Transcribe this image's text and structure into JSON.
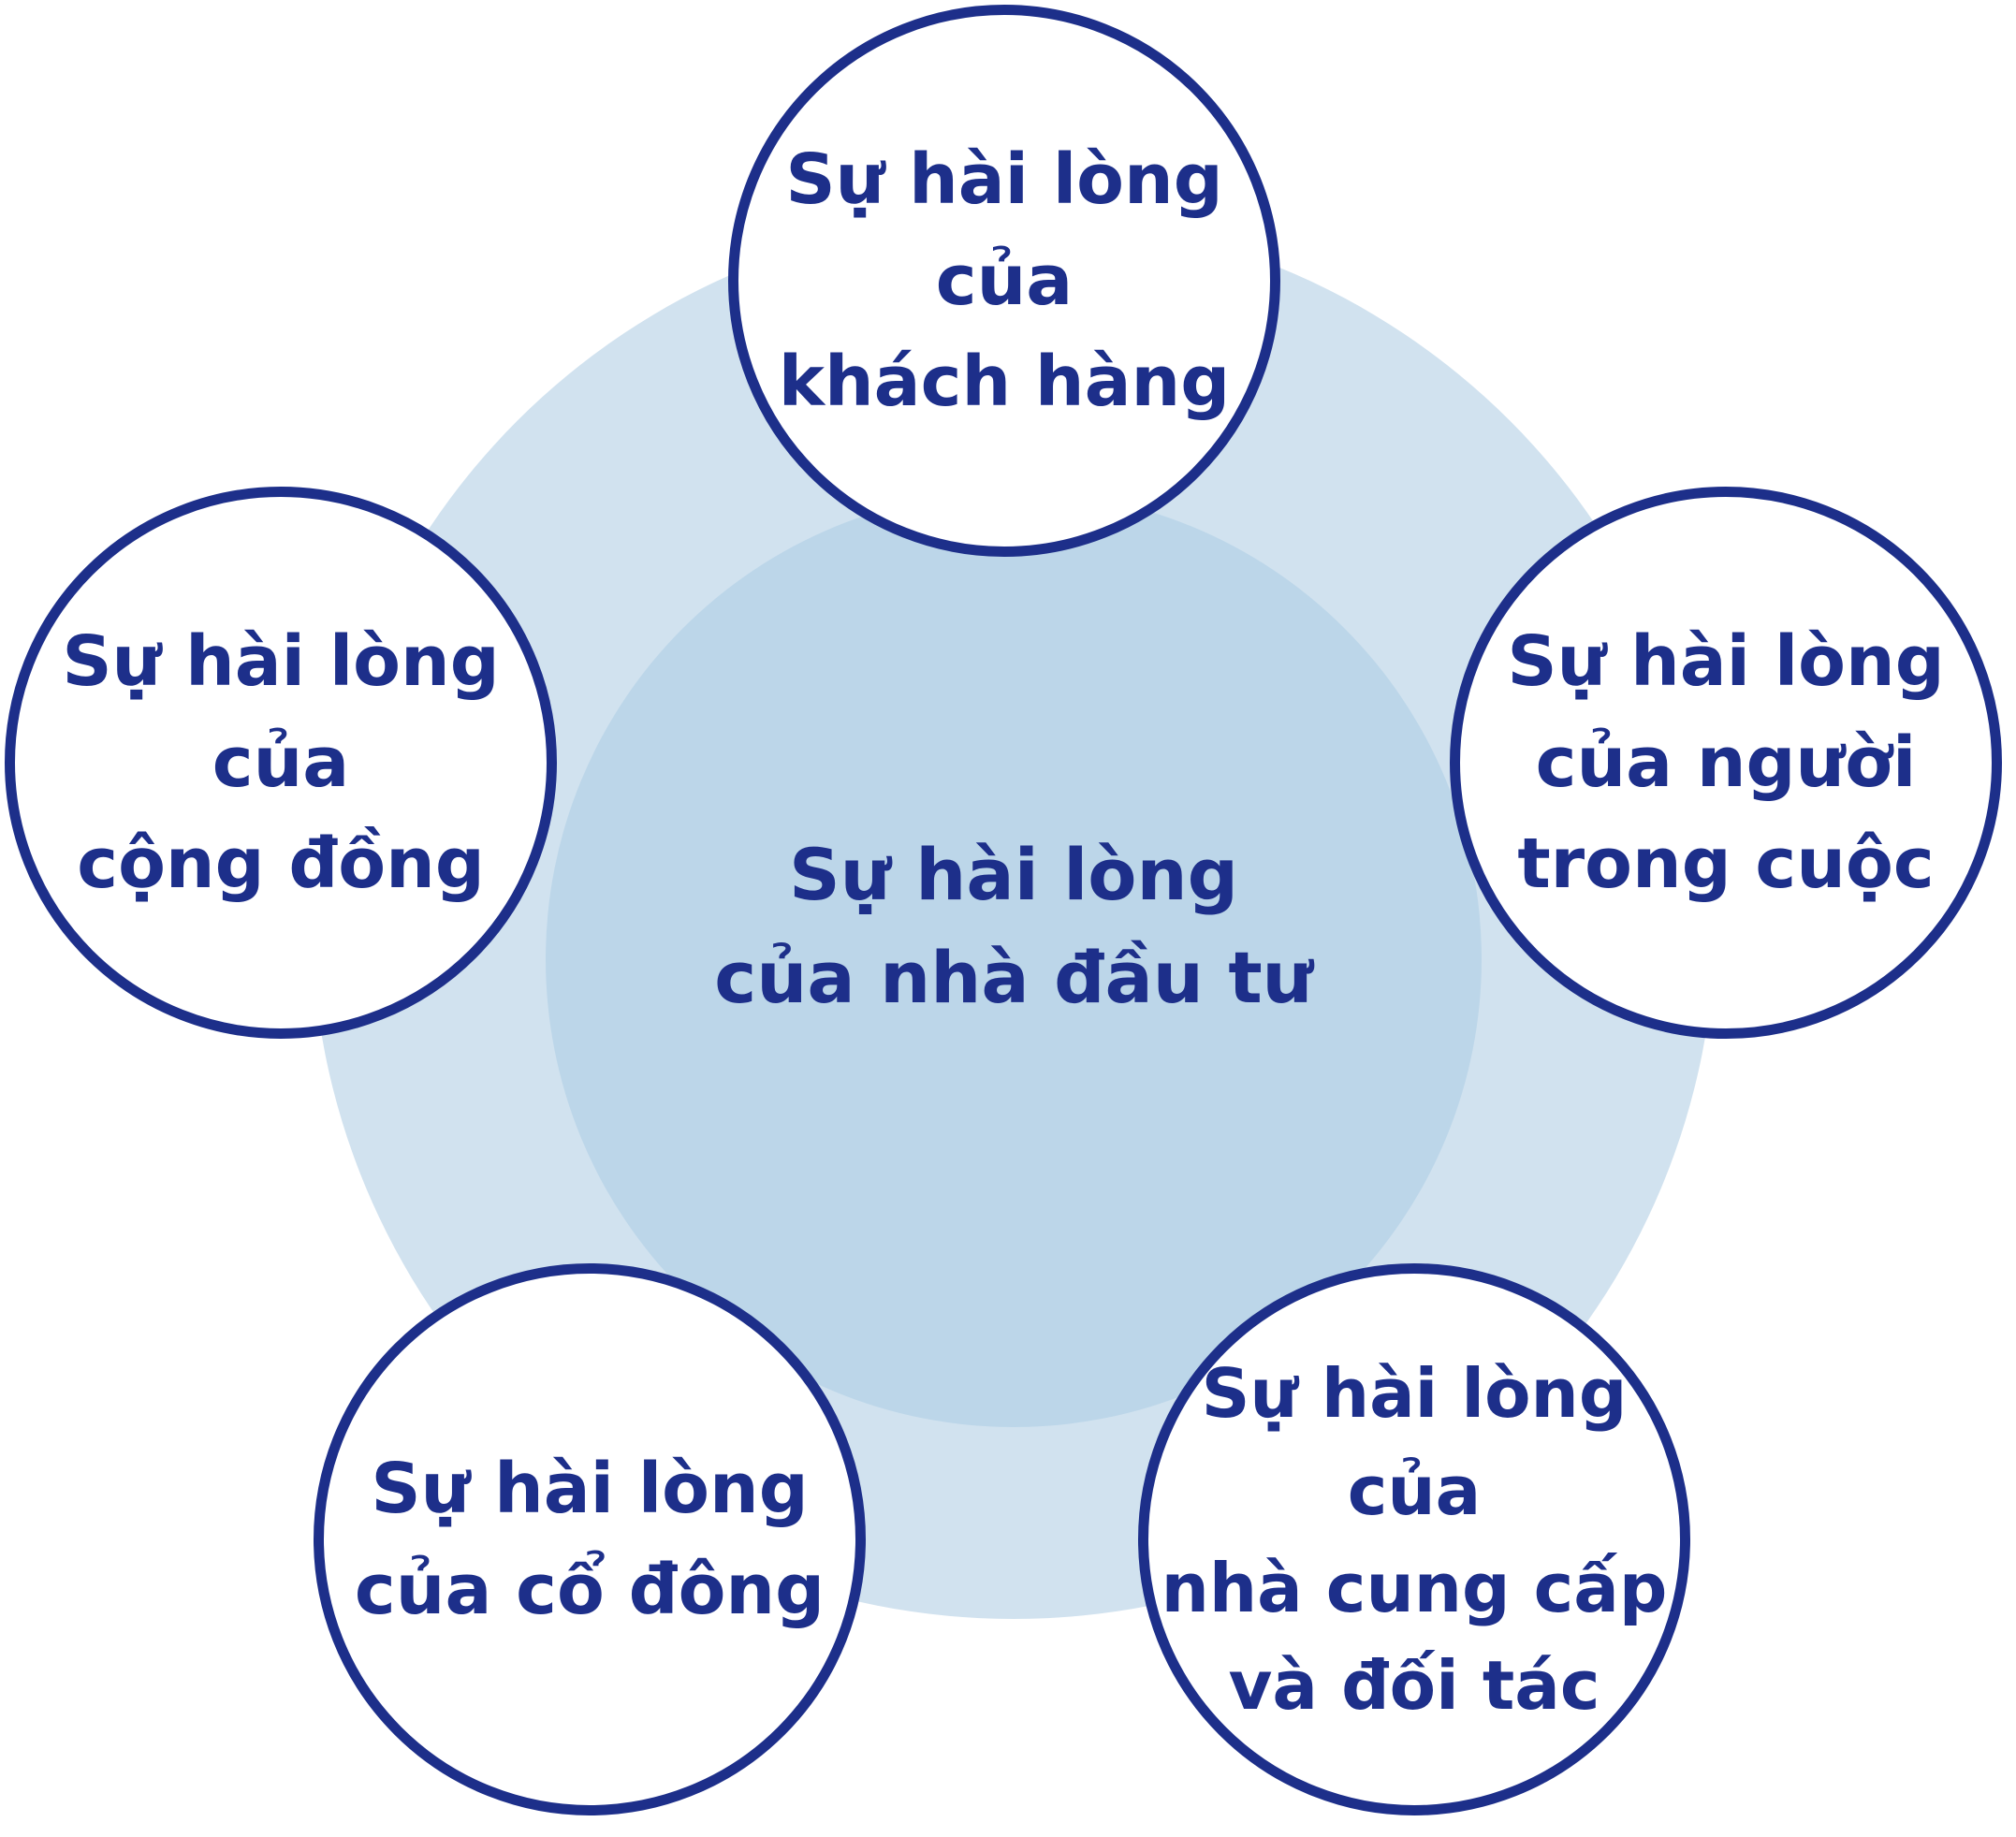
{
  "center": {
    "line1": "Sự hài lòng",
    "line2": "của nhà đầu tư"
  },
  "nodes": {
    "top": {
      "lines": [
        "Sự hài lòng",
        "của",
        "khách hàng"
      ]
    },
    "right": {
      "lines": [
        "Sự hài lòng",
        "của người",
        "trong cuộc"
      ]
    },
    "bottom_right": {
      "lines": [
        "Sự hài lòng",
        "của",
        "nhà cung cấp",
        "và đối tác"
      ]
    },
    "bottom_left": {
      "lines": [
        "Sự hài lòng",
        "của cổ đông"
      ]
    },
    "left": {
      "lines": [
        "Sự hài lòng",
        "của",
        "cộng đồng"
      ]
    }
  },
  "colors": {
    "outline_text": "#1d2f8a",
    "outer_ring": "#d1e2ef",
    "inner_circle": "#bcd6e9"
  }
}
